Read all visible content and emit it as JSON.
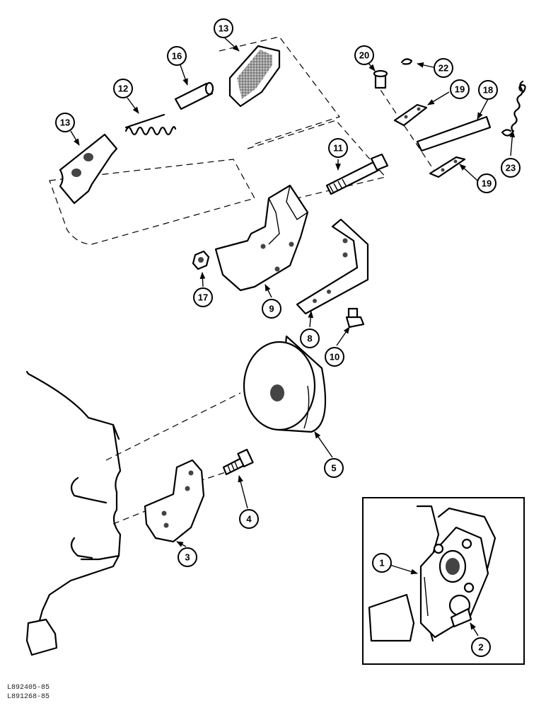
{
  "references": [
    "L892405-85",
    "L891268-85"
  ],
  "callouts": [
    "1",
    "2",
    "3",
    "4",
    "5",
    "8",
    "9",
    "10",
    "11",
    "12",
    "13",
    "13",
    "16",
    "17",
    "18",
    "19",
    "19",
    "20",
    "22",
    "23"
  ]
}
